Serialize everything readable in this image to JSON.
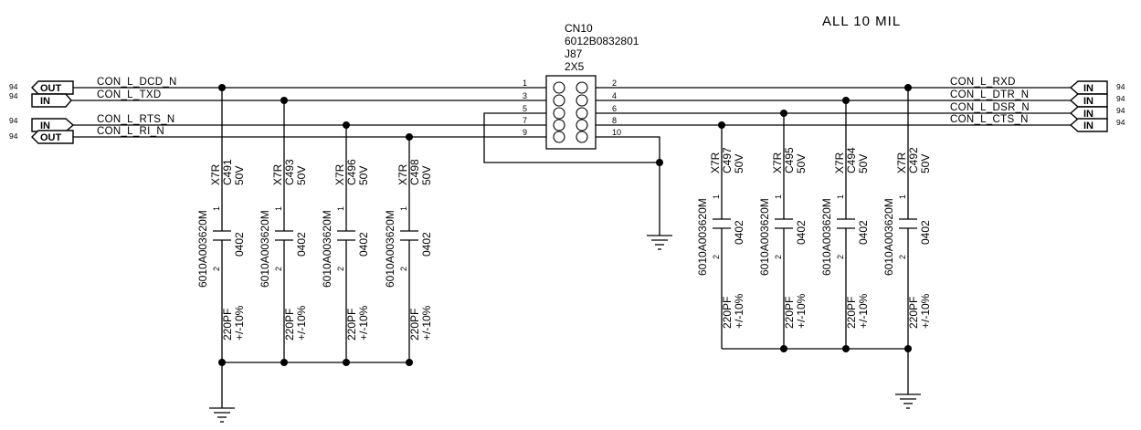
{
  "note": "ALL  10  MIL",
  "connector": {
    "ref": "CN10",
    "part": "6012B0832801",
    "alt": "J87",
    "size": "2X5",
    "pins_left": [
      "1",
      "3",
      "5",
      "7",
      "9"
    ],
    "pins_right": [
      "2",
      "4",
      "6",
      "8",
      "10"
    ]
  },
  "ports_left": [
    {
      "sheet": "94",
      "type": "OUT",
      "net": "CON_L_DCD_N"
    },
    {
      "sheet": "94",
      "type": "IN",
      "net": "CON_L_TXD"
    },
    {
      "sheet": "94",
      "type": "IN",
      "net": "CON_L_RTS_N"
    },
    {
      "sheet": "94",
      "type": "OUT",
      "net": "CON_L_RI_N"
    }
  ],
  "ports_right": [
    {
      "sheet": "94",
      "type": "IN",
      "net": "CON_L_RXD"
    },
    {
      "sheet": "94",
      "type": "IN",
      "net": "CON_L_DTR_N"
    },
    {
      "sheet": "94",
      "type": "IN",
      "net": "CON_L_DSR_N"
    },
    {
      "sheet": "94",
      "type": "IN",
      "net": "CON_L_CTS_N"
    }
  ],
  "capacitors": [
    {
      "ref": "C491",
      "dielectric": "X7R",
      "voltage": "50V",
      "part": "6010A003620M",
      "package": "0402",
      "value": "220PF",
      "tolerance": "+/-10%",
      "pin1": "1",
      "pin2": "2"
    },
    {
      "ref": "C493",
      "dielectric": "X7R",
      "voltage": "50V",
      "part": "6010A003620M",
      "package": "0402",
      "value": "220PF",
      "tolerance": "+/-10%",
      "pin1": "1",
      "pin2": "2"
    },
    {
      "ref": "C496",
      "dielectric": "X7R",
      "voltage": "50V",
      "part": "6010A003620M",
      "package": "0402",
      "value": "220PF",
      "tolerance": "+/-10%",
      "pin1": "1",
      "pin2": "2"
    },
    {
      "ref": "C498",
      "dielectric": "X7R",
      "voltage": "50V",
      "part": "6010A003620M",
      "package": "0402",
      "value": "220PF",
      "tolerance": "+/-10%",
      "pin1": "1",
      "pin2": "2"
    },
    {
      "ref": "C497",
      "dielectric": "X7R",
      "voltage": "50V",
      "part": "6010A003620M",
      "package": "0402",
      "value": "220PF",
      "tolerance": "+/-10%",
      "pin1": "1",
      "pin2": "2"
    },
    {
      "ref": "C495",
      "dielectric": "X7R",
      "voltage": "50V",
      "part": "6010A003620M",
      "package": "0402",
      "value": "220PF",
      "tolerance": "+/-10%",
      "pin1": "1",
      "pin2": "2"
    },
    {
      "ref": "C494",
      "dielectric": "X7R",
      "voltage": "50V",
      "part": "6010A003620M",
      "package": "0402",
      "value": "220PF",
      "tolerance": "+/-10%",
      "pin1": "1",
      "pin2": "2"
    },
    {
      "ref": "C492",
      "dielectric": "X7R",
      "voltage": "50V",
      "part": "6010A003620M",
      "package": "0402",
      "value": "220PF",
      "tolerance": "+/-10%",
      "pin1": "1",
      "pin2": "2"
    }
  ]
}
